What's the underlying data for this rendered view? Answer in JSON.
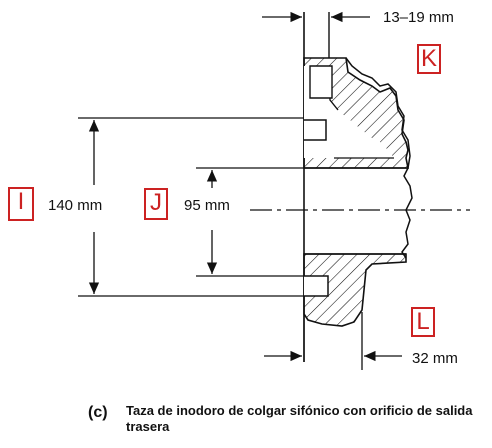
{
  "dimensions": {
    "top_gap": "13–19 mm",
    "height_outer": "140 mm",
    "height_inner": "95 mm",
    "bottom_gap": "32 mm"
  },
  "tags": {
    "k": "K",
    "i": "I",
    "j": "J",
    "l": "L"
  },
  "caption": {
    "letter": "(c)",
    "text": "Taza de inodoro de colgar sifónico con orificio de salida trasera"
  },
  "colors": {
    "line": "#111111",
    "tag_red": "#cc2222"
  }
}
